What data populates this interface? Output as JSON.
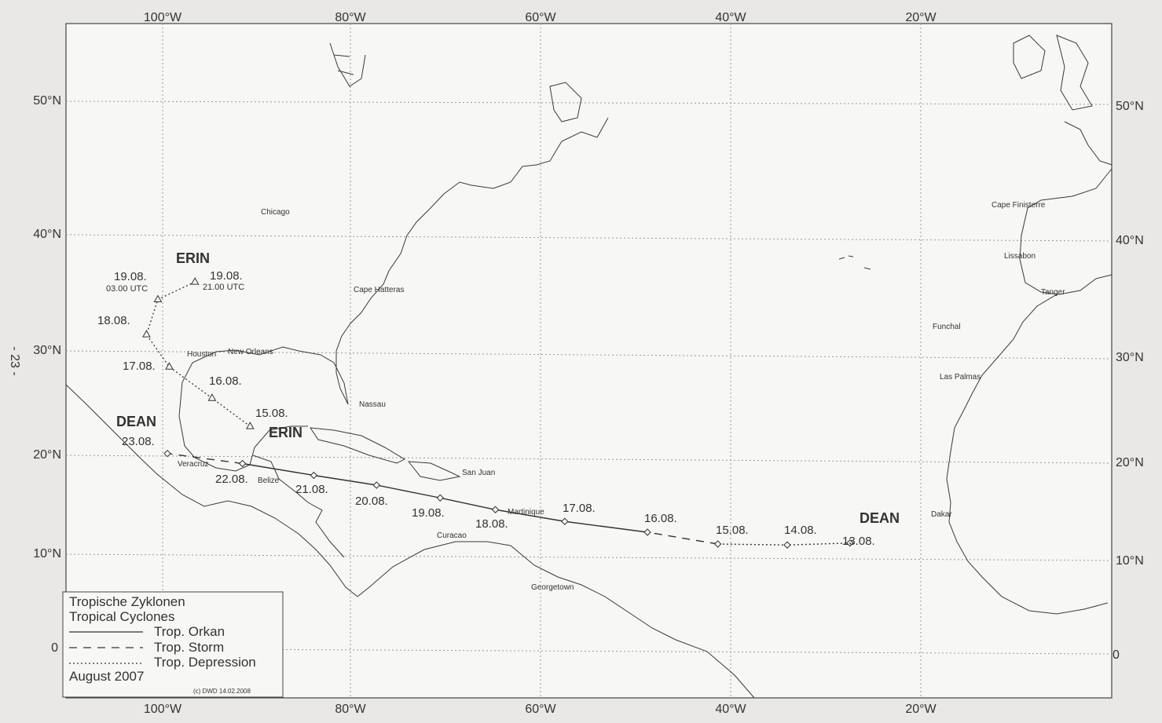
{
  "page_number": "- 23 -",
  "lon_labels": [
    "100°W",
    "80°W",
    "60°W",
    "40°W",
    "20°W"
  ],
  "lat_labels_left": [
    "50°N",
    "40°N",
    "30°N",
    "20°N",
    "10°N",
    "0"
  ],
  "lat_labels_right": [
    "50°N",
    "40°N",
    "30°N",
    "20°N",
    "10°N",
    "0"
  ],
  "cities": {
    "chicago": "Chicago",
    "cape_hatteras": "Cape Hatteras",
    "houston": "Houston",
    "new_orleans": "New Orleans",
    "nassau": "Nassau",
    "veracruz": "Veracruz",
    "belize": "Belize",
    "san_juan": "San Juan",
    "martinique": "Martinique",
    "curacao": "Curacao",
    "georgetown": "Georgetown",
    "cape_finisterre": "Cape Finisterre",
    "lissabon": "Lissabon",
    "tanger": "Tanger",
    "funchal": "Funchal",
    "las_palmas": "Las Palmas",
    "dakar": "Dakar"
  },
  "storms": {
    "erin": {
      "name": "ERIN",
      "points": [
        {
          "date": "15.08.",
          "lon": -90.8,
          "lat": 23.0
        },
        {
          "date": "16.08.",
          "lon": -94.8,
          "lat": 25.7
        },
        {
          "date": "17.08.",
          "lon": -99.3,
          "lat": 28.7
        },
        {
          "date": "18.08.",
          "lon": -101.7,
          "lat": 31.6
        },
        {
          "date": "19.08.",
          "time": "03.00 UTC",
          "lon": -100.5,
          "lat": 34.6
        },
        {
          "date": "19.08.",
          "time": "21.00 UTC",
          "lon": -96.6,
          "lat": 36.1
        }
      ]
    },
    "dean": {
      "name": "DEAN",
      "points": [
        {
          "date": "13.08.",
          "lon": -27.7,
          "lat": 11.3
        },
        {
          "date": "14.08.",
          "lon": -34.3,
          "lat": 11.1
        },
        {
          "date": "15.08.",
          "lon": -41.6,
          "lat": 11.2
        },
        {
          "date": "16.08.",
          "lon": -49.0,
          "lat": 12.4
        },
        {
          "date": "17.08.",
          "lon": -57.7,
          "lat": 13.5
        },
        {
          "date": "18.08.",
          "lon": -65.0,
          "lat": 14.7
        },
        {
          "date": "19.08.",
          "lon": -70.8,
          "lat": 15.9
        },
        {
          "date": "20.08.",
          "lon": -77.5,
          "lat": 17.2
        },
        {
          "date": "21.08.",
          "lon": -84.1,
          "lat": 18.2
        },
        {
          "date": "22.08.",
          "lon": -91.6,
          "lat": 19.4
        },
        {
          "date": "23.08.",
          "lon": -99.5,
          "lat": 20.4
        }
      ],
      "segments": [
        {
          "from": 0,
          "to": 2,
          "style": "depression"
        },
        {
          "from": 2,
          "to": 3,
          "style": "storm"
        },
        {
          "from": 3,
          "to": 9,
          "style": "orkan"
        },
        {
          "from": 9,
          "to": 10,
          "style": "storm"
        }
      ]
    }
  },
  "legend": {
    "title_de": "Tropische Zyklonen",
    "title_en": "Tropical Cyclones",
    "orkan": "Trop. Orkan",
    "storm": "Trop. Storm",
    "depression": "Trop. Depression",
    "period": "August 2007",
    "copyright": "(c) DWD 14.02.2008"
  }
}
